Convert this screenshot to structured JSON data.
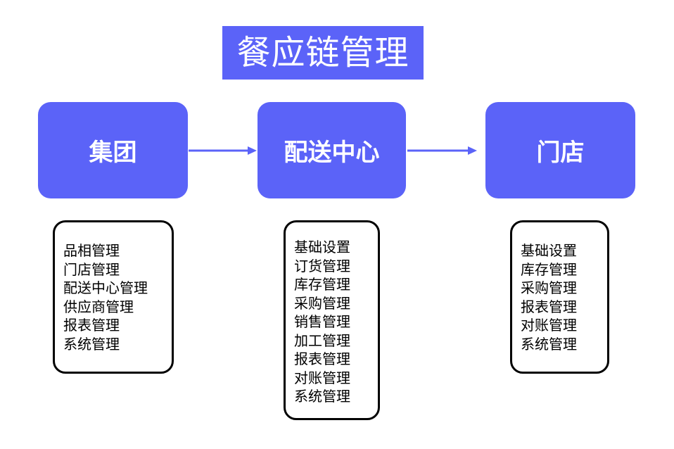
{
  "title": "餐应链管理",
  "nodes": {
    "group": "集团",
    "distribution_center": "配送中心",
    "store": "门店"
  },
  "lists": {
    "group": [
      "品相管理",
      "门店管理",
      "配送中心管理",
      "供应商管理",
      "报表管理",
      "系统管理"
    ],
    "distribution_center": [
      "基础设置",
      "订货管理",
      "库存管理",
      "采购管理",
      "销售管理",
      "加工管理",
      "报表管理",
      "对账管理",
      "系统管理"
    ],
    "store": [
      "基础设置",
      "库存管理",
      "采购管理",
      "报表管理",
      "对账管理",
      "系统管理"
    ]
  },
  "colors": {
    "node_fill": "#5b63f8",
    "arrow": "#5b63f8",
    "box_border": "#000000"
  }
}
